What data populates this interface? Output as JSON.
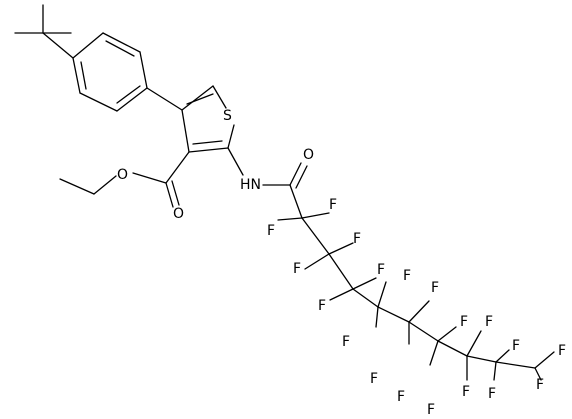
{
  "structure": {
    "atoms": {
      "S": "S",
      "NH": "HN",
      "O_amide": "O",
      "O_ester_single": "O",
      "O_ester_double": "O",
      "F": "F"
    }
  }
}
